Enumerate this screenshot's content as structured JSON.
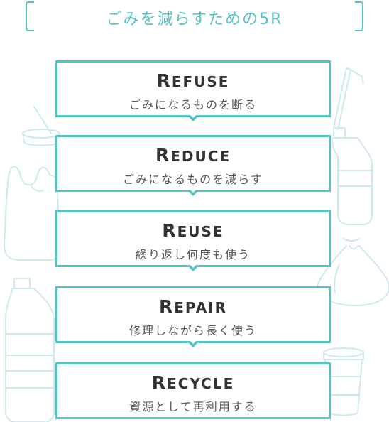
{
  "title": "ごみを減らすための5R",
  "colors": {
    "accent": "#55c2c6",
    "illustration": "#cfeaec",
    "text": "#333333"
  },
  "steps": [
    {
      "name_first": "R",
      "name_rest": "EFUSE",
      "description": "ごみになるものを断る"
    },
    {
      "name_first": "R",
      "name_rest": "EDUCE",
      "description": "ごみになるものを減らす"
    },
    {
      "name_first": "R",
      "name_rest": "EUSE",
      "description": "繰り返し何度も使う"
    },
    {
      "name_first": "R",
      "name_rest": "EPAIR",
      "description": "修理しながら長く使う"
    },
    {
      "name_first": "R",
      "name_rest": "ECYCLE",
      "description": "資源として再利用する"
    }
  ],
  "background_icons": [
    "plastic-bag-icon",
    "cup-icon",
    "straw-icon",
    "bottle-icon",
    "garbage-bag-icon",
    "coffee-cup-icon"
  ]
}
